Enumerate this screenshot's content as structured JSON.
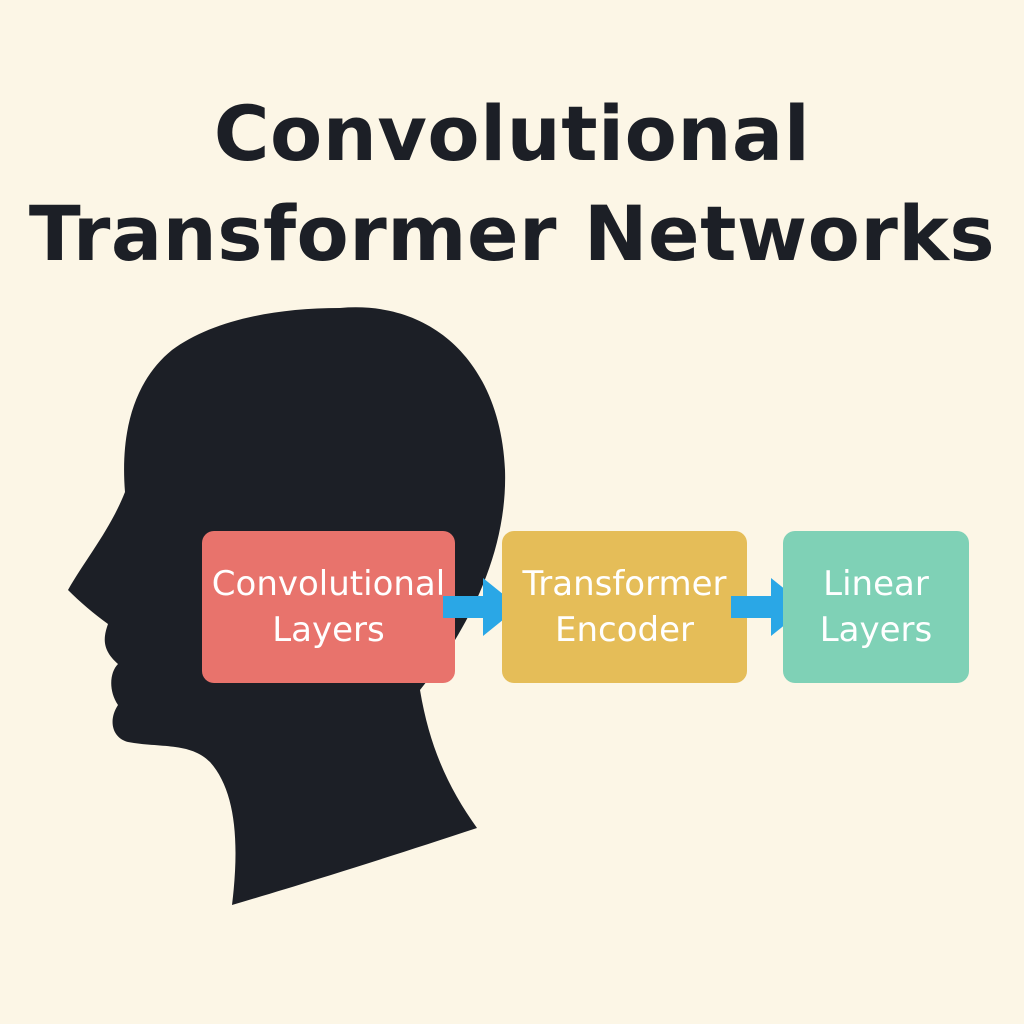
{
  "title": {
    "line1": "Convolutional",
    "line2": "Transformer Networks"
  },
  "pipeline": [
    {
      "line1": "Convolutional",
      "line2": "Layers",
      "color": "#e8736c"
    },
    {
      "line1": "Transformer",
      "line2": "Encoder",
      "color": "#e5bd58"
    },
    {
      "line1": "Linear",
      "line2": "Layers",
      "color": "#7fd1b6"
    }
  ],
  "colors": {
    "background": "#fcf6e6",
    "silhouette": "#1c1f26",
    "arrow": "#2aa7e6",
    "text": "#ffffff"
  },
  "icons": {
    "head": "human-head-silhouette-icon",
    "arrow": "right-arrow-icon"
  }
}
